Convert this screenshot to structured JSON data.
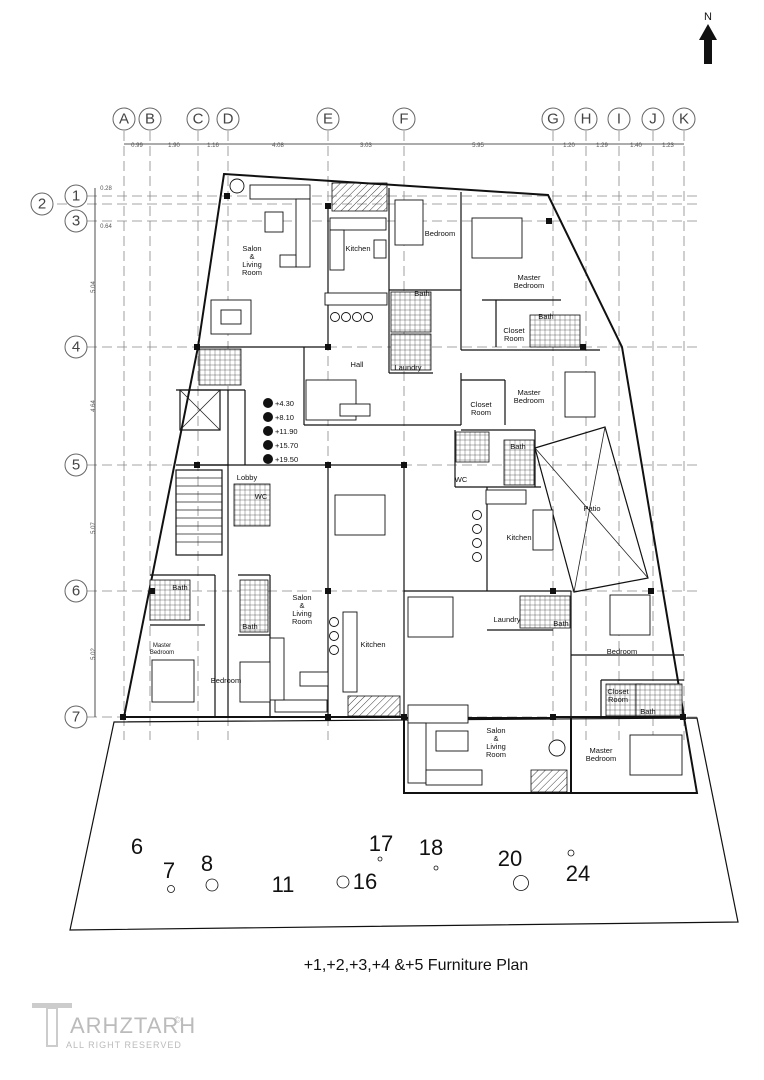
{
  "north_label": "N",
  "grid_columns": [
    {
      "label": "A"
    },
    {
      "label": "B"
    },
    {
      "label": "C"
    },
    {
      "label": "D"
    },
    {
      "label": "E"
    },
    {
      "label": "F"
    },
    {
      "label": "G"
    },
    {
      "label": "H"
    },
    {
      "label": "I"
    },
    {
      "label": "J"
    },
    {
      "label": "K"
    }
  ],
  "grid_rows": [
    {
      "label": "2"
    },
    {
      "label": "1"
    },
    {
      "label": "3"
    },
    {
      "label": "4"
    },
    {
      "label": "5"
    },
    {
      "label": "6"
    },
    {
      "label": "7"
    }
  ],
  "column_dims": [
    "0.99",
    "1.90",
    "1.16",
    "4.08",
    "3.03",
    "5.95",
    "1.20",
    "1.29",
    "1.40",
    "1.23"
  ],
  "row_dims": [
    "0.28",
    "0.64",
    "5.04",
    "4.64",
    "5.07",
    "5.02"
  ],
  "rooms": {
    "salon_nw": [
      "Salon",
      "&",
      "Living",
      "Room"
    ],
    "kitchen_n": "Kitchen",
    "bedroom_n": "Bedroom",
    "master_ne": [
      "Master",
      "Bedroom"
    ],
    "bath_n": "Bath",
    "bath_ne": "Bath",
    "closet_ne": [
      "Closet",
      "Room"
    ],
    "hall": "Hall",
    "laundry_n": "Laundry",
    "master_e": [
      "Master",
      "Bedroom"
    ],
    "closet_e": [
      "Closet",
      "Room"
    ],
    "bath_e": "Bath",
    "wc_e": "WC",
    "patio": "Patio",
    "kitchen_e": "Kitchen",
    "lobby": "Lobby",
    "wc_w": "WC",
    "bath_w": "Bath",
    "master_sw": [
      "Master",
      "Bedroom"
    ],
    "bath_sw": "Bath",
    "bedroom_sw": "Bedroom",
    "salon_s": [
      "Salon",
      "&",
      "Living",
      "Room"
    ],
    "kitchen_s": "Kitchen",
    "laundry_se": "Laundry",
    "bath_se": "Bath",
    "bedroom_se": "Bedroom",
    "closet_se": [
      "Closet",
      "Room"
    ],
    "bath_se2": "Bath",
    "salon_se": [
      "Salon",
      "&",
      "Living",
      "Room"
    ],
    "master_se": [
      "Master",
      "Bedroom"
    ]
  },
  "levels": [
    "+4.30",
    "+8.10",
    "+11.90",
    "+15.70",
    "+19.50"
  ],
  "parking_numbers": [
    "6",
    "7",
    "8",
    "11",
    "16",
    "17",
    "18",
    "20",
    "24"
  ],
  "caption": "+1,+2,+3,+4 &+5  Furniture Plan",
  "watermark": {
    "brand": "ARHZTARH",
    "sub": "ALL RIGHT RESERVED",
    "symbol": "©"
  }
}
